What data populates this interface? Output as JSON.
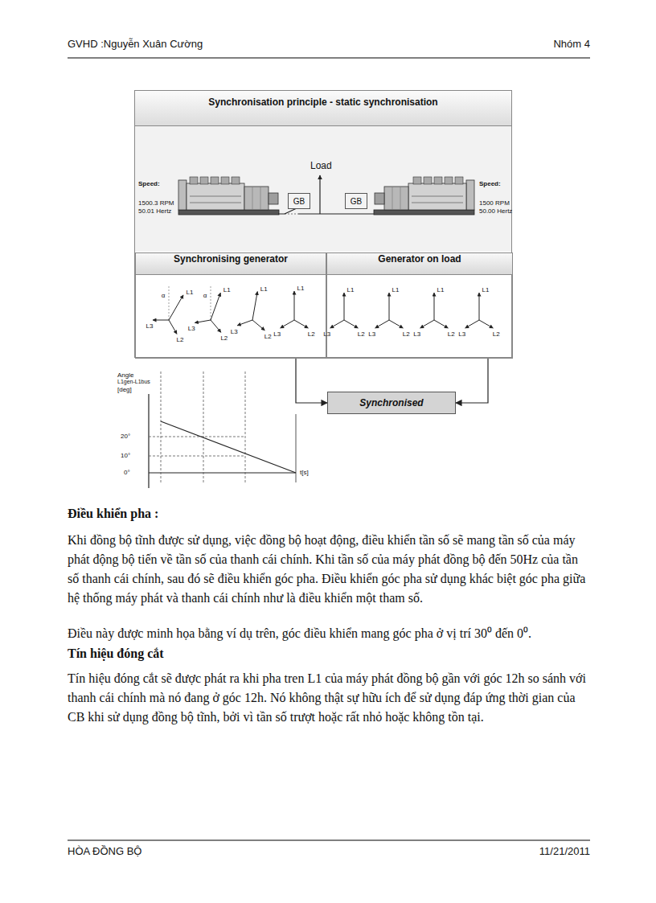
{
  "diagram": {
    "nodes": [
      {
        "text": [
          "Synchronisation principle - static synchronisation"
        ]
      },
      {
        "text": [
          "GB"
        ],
        "in": 0
      },
      {
        "text": [
          "GB"
        ],
        "in": 0
      },
      {
        "text": [
          "Synchronising generator"
        ],
        "in": 0
      },
      {
        "text": [
          "Generator on load"
        ],
        "in": 0
      },
      {
        "text": [
          "Synchronised"
        ]
      }
    ],
    "edges": [
      {
        "from": 3,
        "to": 5,
        "arrow": "to"
      },
      {
        "from": 4,
        "to": 5,
        "arrow": "to"
      }
    ],
    "labels": [
      "GVHD :Nguyễn Xuân Cường",
      "Nhóm 4",
      "Speed:",
      "1500.3 RPM",
      "50.01 Hertz",
      "Load",
      "Speed:",
      "1500 RPM",
      "50.00 Hertz",
      "α",
      "L1",
      "L3",
      "L2",
      "α",
      "L1",
      "L3",
      "L2",
      "L1",
      "L3",
      "L2",
      "L1",
      "L3",
      "L2",
      "L1",
      "L3",
      "L2",
      "L1",
      "L3",
      "L2",
      "L1",
      "L3",
      "L2",
      "L1",
      "L3",
      "L2",
      "Angle",
      "L1gen-L1bus",
      "[deg]",
      "20°",
      "10°",
      "0°",
      "t[s]",
      "Điều khiển pha :",
      "Khi đồng bộ tĩnh được sử dụng, việc đồng bộ hoạt động, điều khiển tần số sẽ mang tần số của máy phát động bộ tiến về tần số của thanh cái chính. Khi tần số của máy phát đồng bộ đến 50Hz của tần số thanh cái chính, sau đó sẽ điều khiển góc pha. Điều khiển góc pha sử dụng khác biệt góc pha giữa hệ thống máy phát và thanh cái chính như là điều khiển một tham số.",
      "Điều này được minh họa bằng ví dụ trên, góc điều khiển mang góc pha ở vị trí 30⁰ đến 0⁰.",
      "Tín hiệu đóng cắt",
      "Tín hiệu đóng  cắt sẽ được phát ra khi pha tren L1 của máy phát đồng bộ gần với góc 12h so sánh với thanh cái chính mà nó đang ở góc 12h.  Nó không thật sự hữu ích để sử dụng đáp ứng thời gian của CB khi sử dụng đồng bộ tĩnh, bởi vì tần số trượt hoặc rất nhỏ hoặc không tồn tại.",
      "HÒA ĐỒNG BỘ",
      "11/21/2011"
    ]
  }
}
